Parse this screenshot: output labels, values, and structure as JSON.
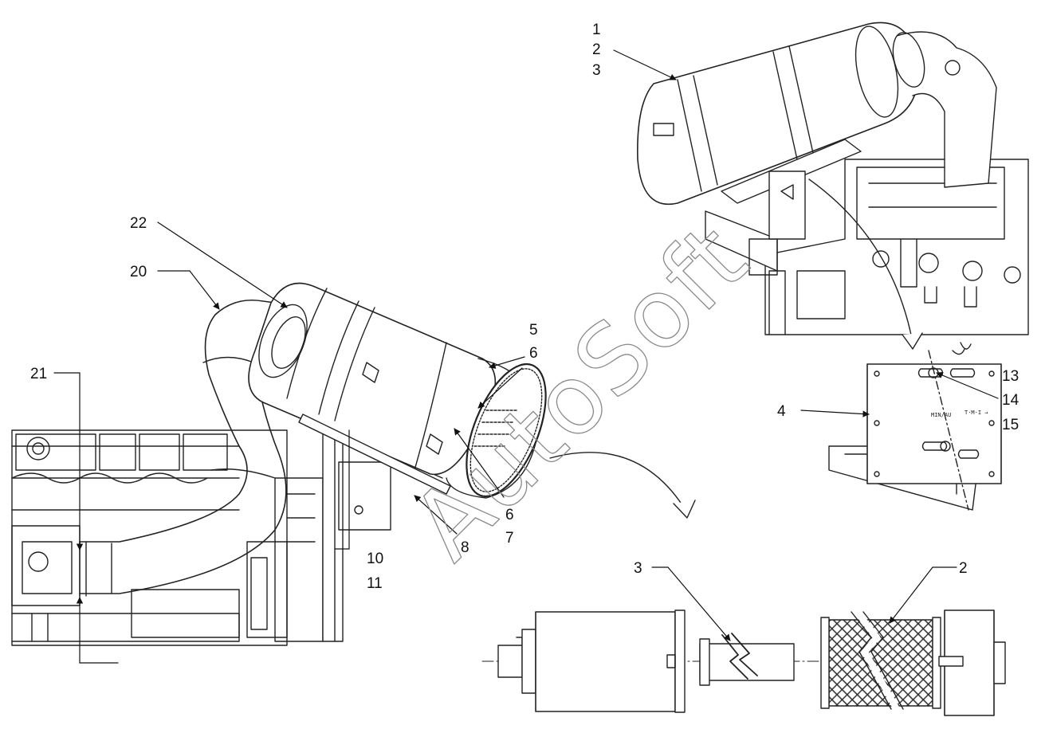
{
  "watermark": "AutoSoft",
  "plate_markings": {
    "left": "MIN/AU",
    "right": "T·M·I →"
  },
  "callouts": {
    "c1": "1",
    "c2a": "2",
    "c3a": "3",
    "c4": "4",
    "c5": "5",
    "c6a": "6",
    "c6b": "6",
    "c7": "7",
    "c8": "8",
    "c10": "10",
    "c11": "11",
    "c13": "13",
    "c14": "14",
    "c15": "15",
    "c20": "20",
    "c21": "21",
    "c22": "22",
    "c3b": "3",
    "c2b": "2"
  }
}
